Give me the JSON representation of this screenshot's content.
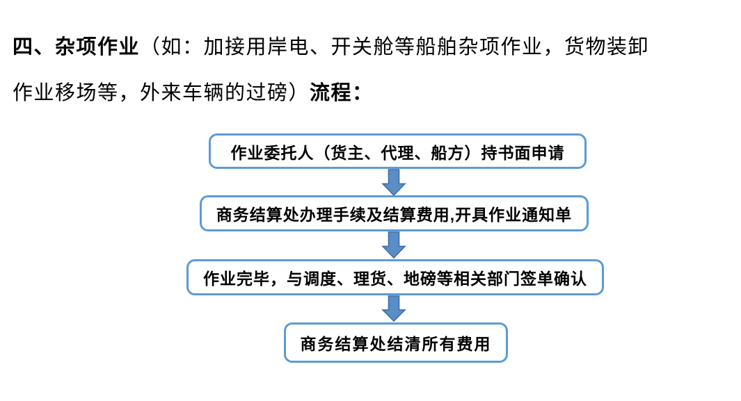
{
  "title": {
    "lines": [
      {
        "segments": [
          {
            "text": "四、杂项作业",
            "bold": true
          },
          {
            "text": "（如：加接用岸电、开关舱等船舶杂项作业，货物装卸",
            "bold": false
          }
        ]
      },
      {
        "segments": [
          {
            "text": "作业移场等，外来车辆的过磅）",
            "bold": false
          },
          {
            "text": "流程：",
            "bold": true
          }
        ]
      }
    ]
  },
  "flowchart": {
    "steps": [
      {
        "label": "作业委托人（货主、代理、船方）持书面申请"
      },
      {
        "label": "商务结算处办理手续及结算费用,开具作业通知单"
      },
      {
        "label": "作业完毕，与调度、理货、地磅等相关部门签单确认"
      },
      {
        "label": "商务结算处结清所有费用"
      }
    ],
    "connector": "down-arrow",
    "colors": {
      "box_fill": "#FFFFFF",
      "box_border": "#5B9BD5",
      "arrow_fill": "#5B8DC7",
      "arrow_outline": "#3E6FA5",
      "text": "#000000"
    }
  }
}
